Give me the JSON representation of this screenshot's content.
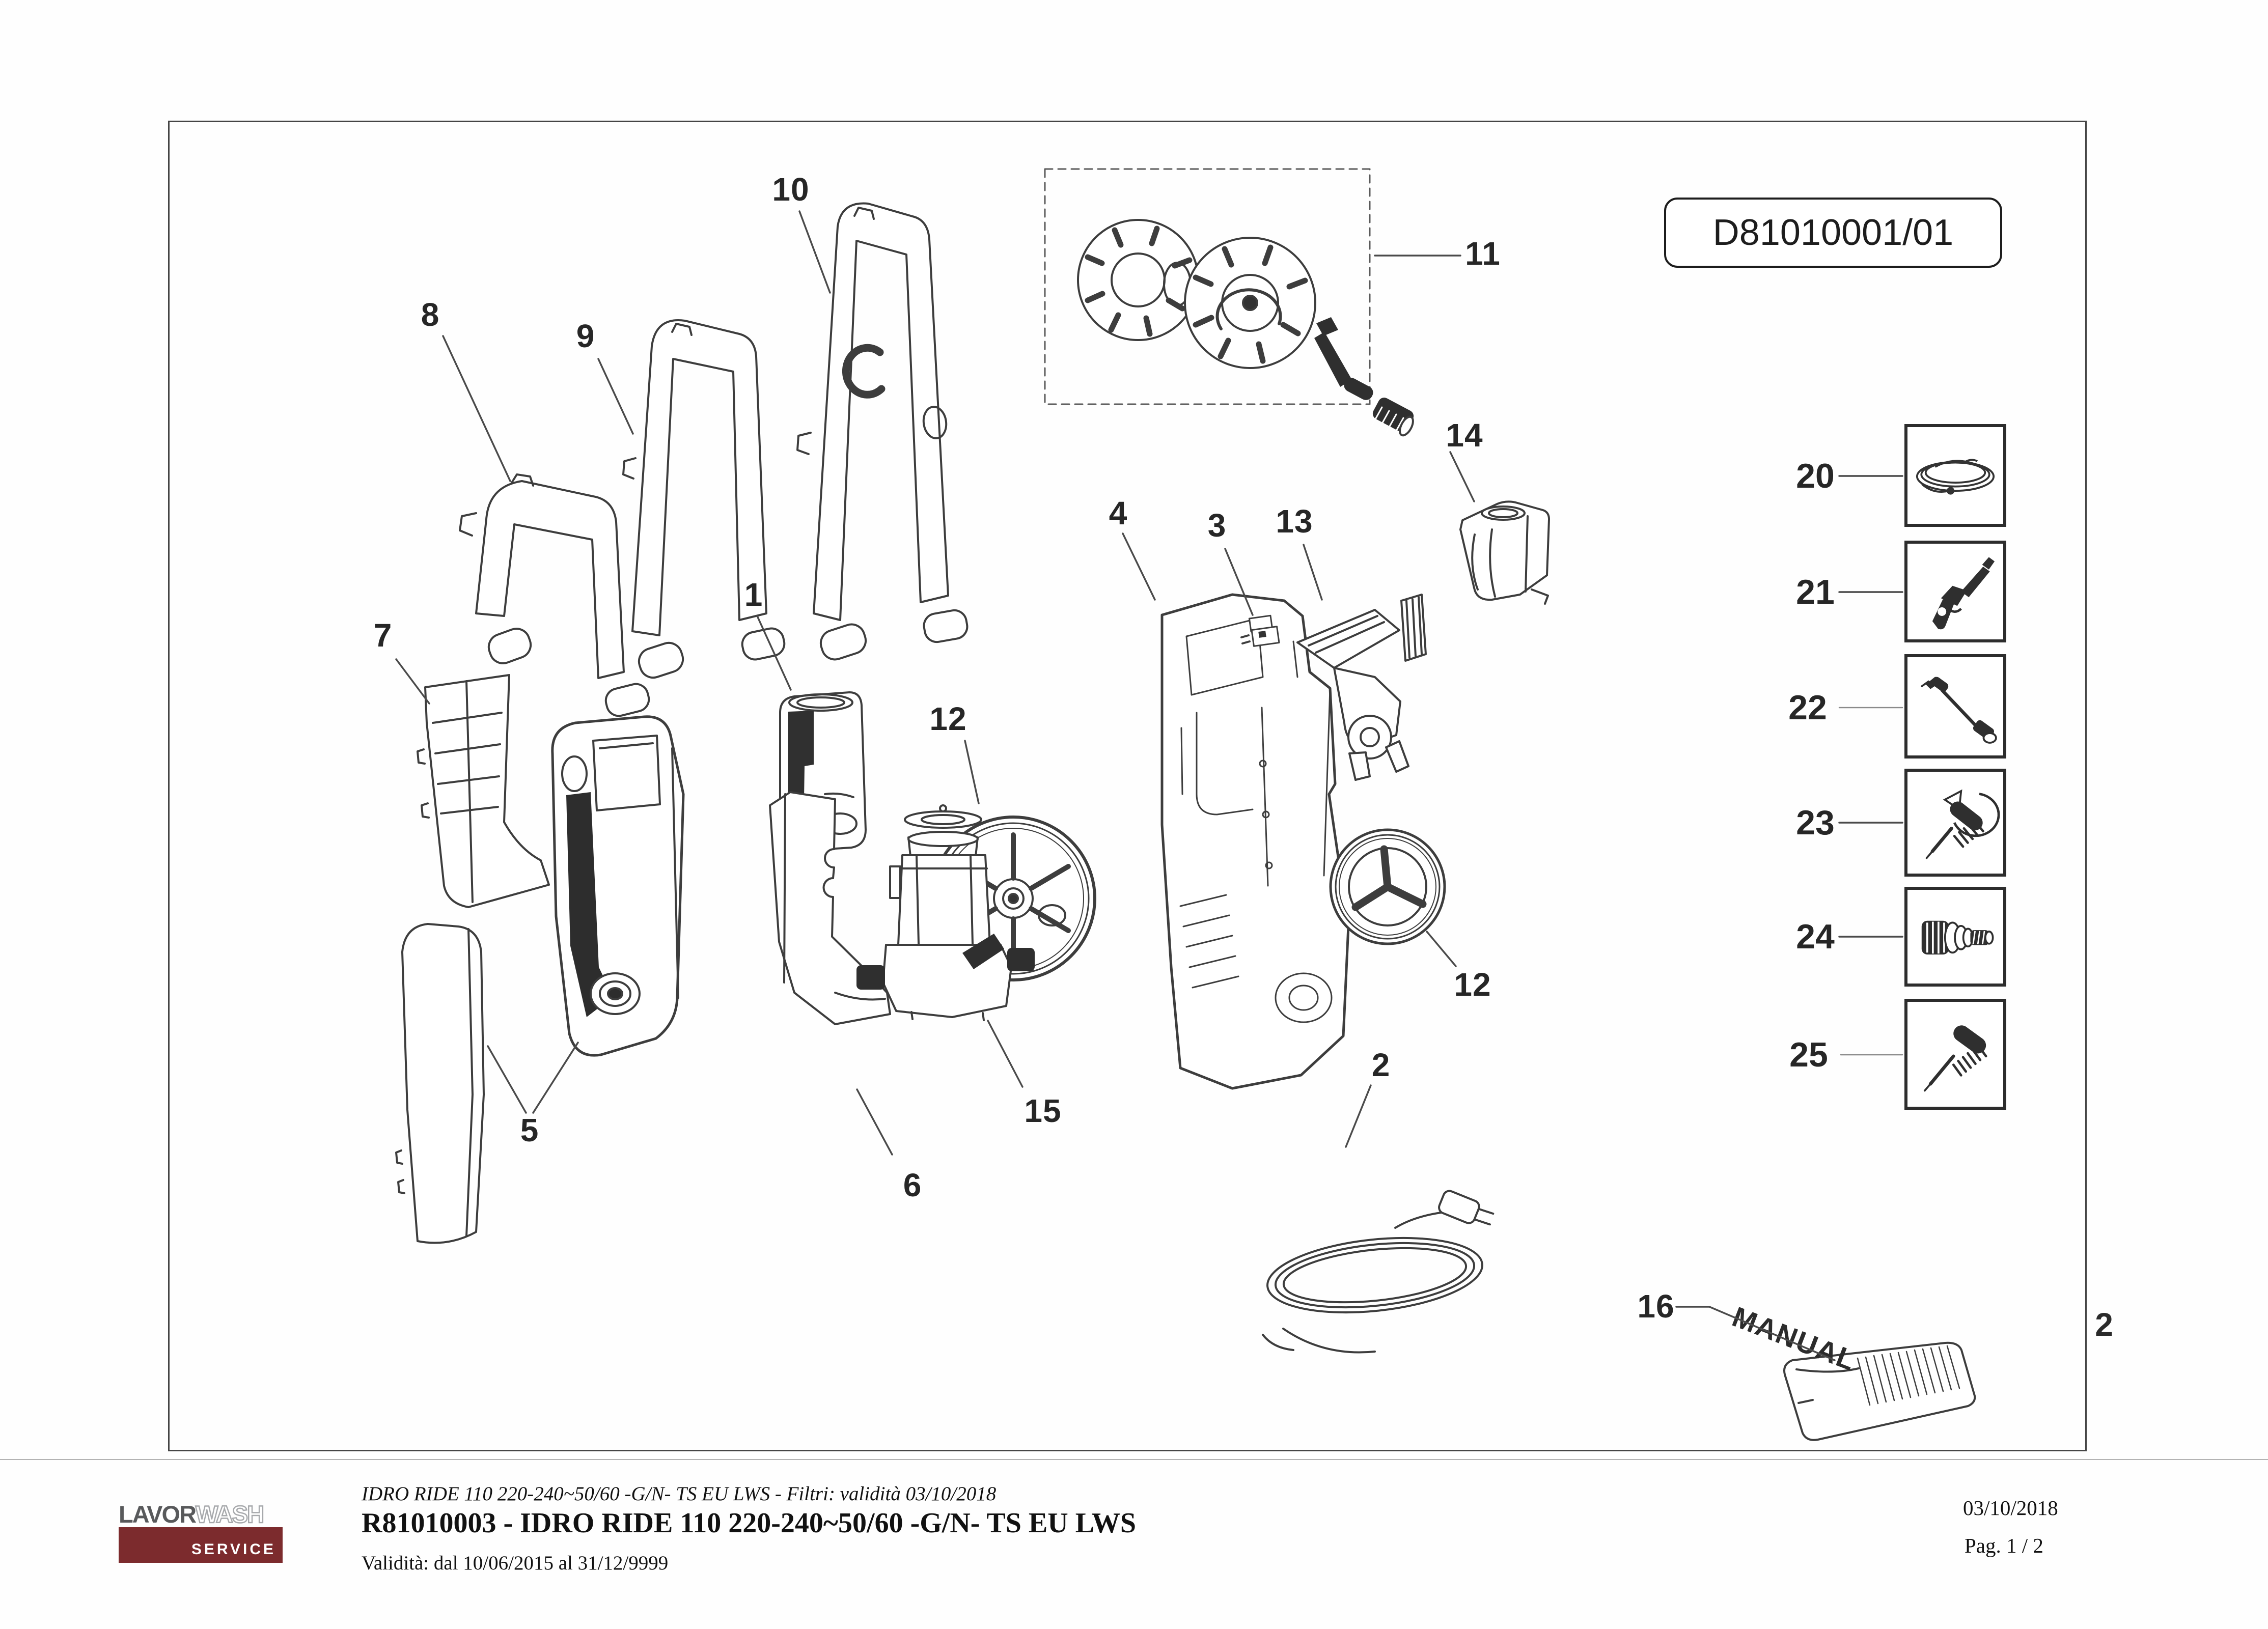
{
  "doc": {
    "drawing_code": "D81010001/01",
    "sheet_number": "2",
    "manual_label": "MANUAL"
  },
  "callouts": [
    {
      "num": "8"
    },
    {
      "num": "9"
    },
    {
      "num": "10"
    },
    {
      "num": "11"
    },
    {
      "num": "1"
    },
    {
      "num": "12"
    },
    {
      "num": "4"
    },
    {
      "num": "3"
    },
    {
      "num": "13"
    },
    {
      "num": "14"
    },
    {
      "num": "7"
    },
    {
      "num": "5"
    },
    {
      "num": "6"
    },
    {
      "num": "15"
    },
    {
      "num": "12"
    },
    {
      "num": "2"
    },
    {
      "num": "16"
    }
  ],
  "accessories": [
    {
      "num": "20",
      "icon": "hose-coil"
    },
    {
      "num": "21",
      "icon": "spray-gun"
    },
    {
      "num": "22",
      "icon": "lance"
    },
    {
      "num": "23",
      "icon": "rotating-brush"
    },
    {
      "num": "24",
      "icon": "hose-adapter"
    },
    {
      "num": "25",
      "icon": "brush"
    }
  ],
  "footer": {
    "filter_line": "IDRO RIDE 110 220-240~50/60 -G/N- TS EU LWS - Filtri: validità 03/10/2018",
    "title": "R81010003 - IDRO RIDE 110 220-240~50/60 -G/N- TS EU LWS",
    "validity": "Validità: dal 10/06/2015 al 31/12/9999",
    "date": "03/10/2018",
    "page": "Pag. 1 / 2",
    "logo": {
      "brand_dark": "LAVOR",
      "brand_light": "WASH",
      "service": "SERVICE"
    }
  }
}
